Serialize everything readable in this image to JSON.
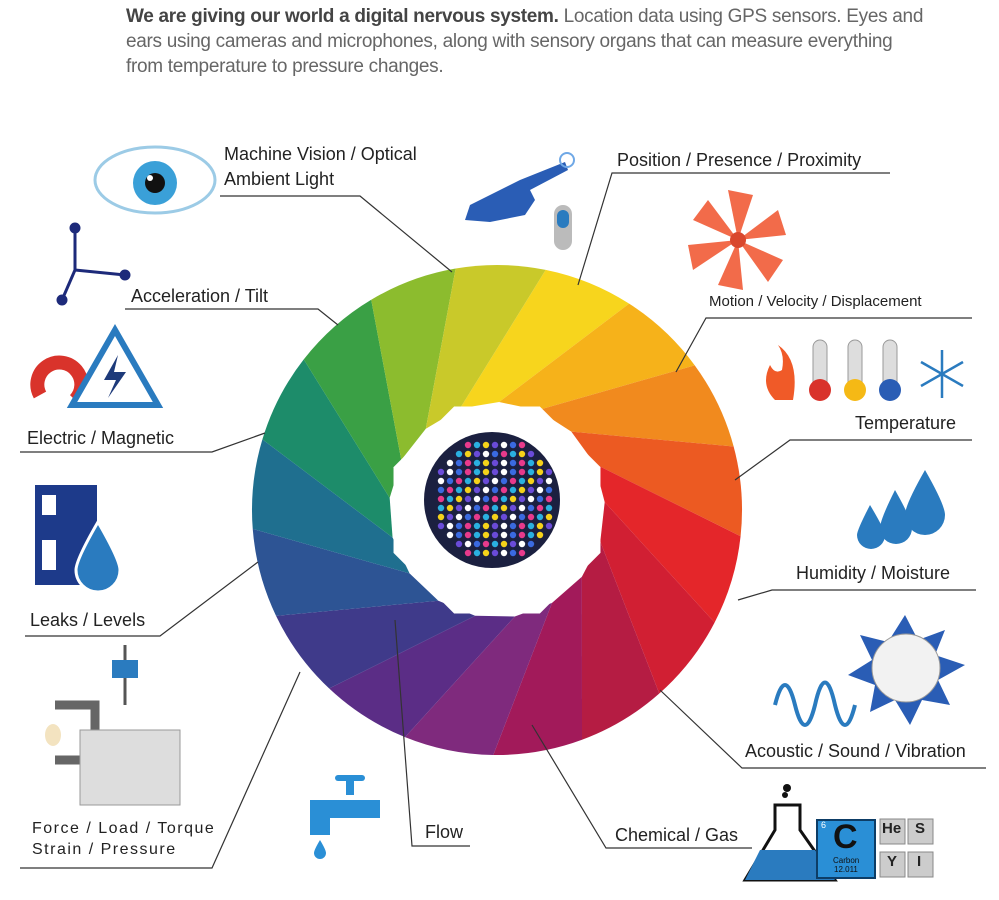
{
  "intro": {
    "bold": "We are giving our world a digital nervous system.",
    "text": " Location data using GPS sensors. Eyes and ears using cameras and microphones, along with sensory organs that can measure everything from temperature to pressure changes."
  },
  "labels": {
    "machine_vision_1": "Machine Vision / Optical",
    "machine_vision_2": "Ambient Light",
    "position": "Position / Presence / Proximity",
    "acceleration": "Acceleration / Tilt",
    "motion": "Motion / Velocity / Displacement",
    "temperature": "Temperature",
    "electric": "Electric / Magnetic",
    "humidity": "Humidity / Moisture",
    "leaks": "Leaks / Levels",
    "acoustic": "Acoustic / Sound / Vibration",
    "force_1": "Force / Load / Torque",
    "force_2": "Strain / Pressure",
    "flow": "Flow",
    "chemical": "Chemical / Gas"
  },
  "periodic": {
    "carbon_number": "6",
    "carbon_symbol": "C",
    "carbon_name": "Carbon",
    "carbon_mass": "12.011",
    "tiles": [
      "He",
      "S",
      "Y",
      "I"
    ]
  },
  "colors": {
    "wheel": [
      "#f7d51d",
      "#f6b21a",
      "#f18a1e",
      "#ec5a22",
      "#e4262a",
      "#d11f33",
      "#b51c43",
      "#a21a5a",
      "#7f2a7d",
      "#5b2d86",
      "#3f3a8a",
      "#2d5494",
      "#1f6f8f",
      "#1d8c6a",
      "#3aa045",
      "#8cbc2e",
      "#c9c92a"
    ],
    "icon_blue": "#2a7bbf"
  }
}
